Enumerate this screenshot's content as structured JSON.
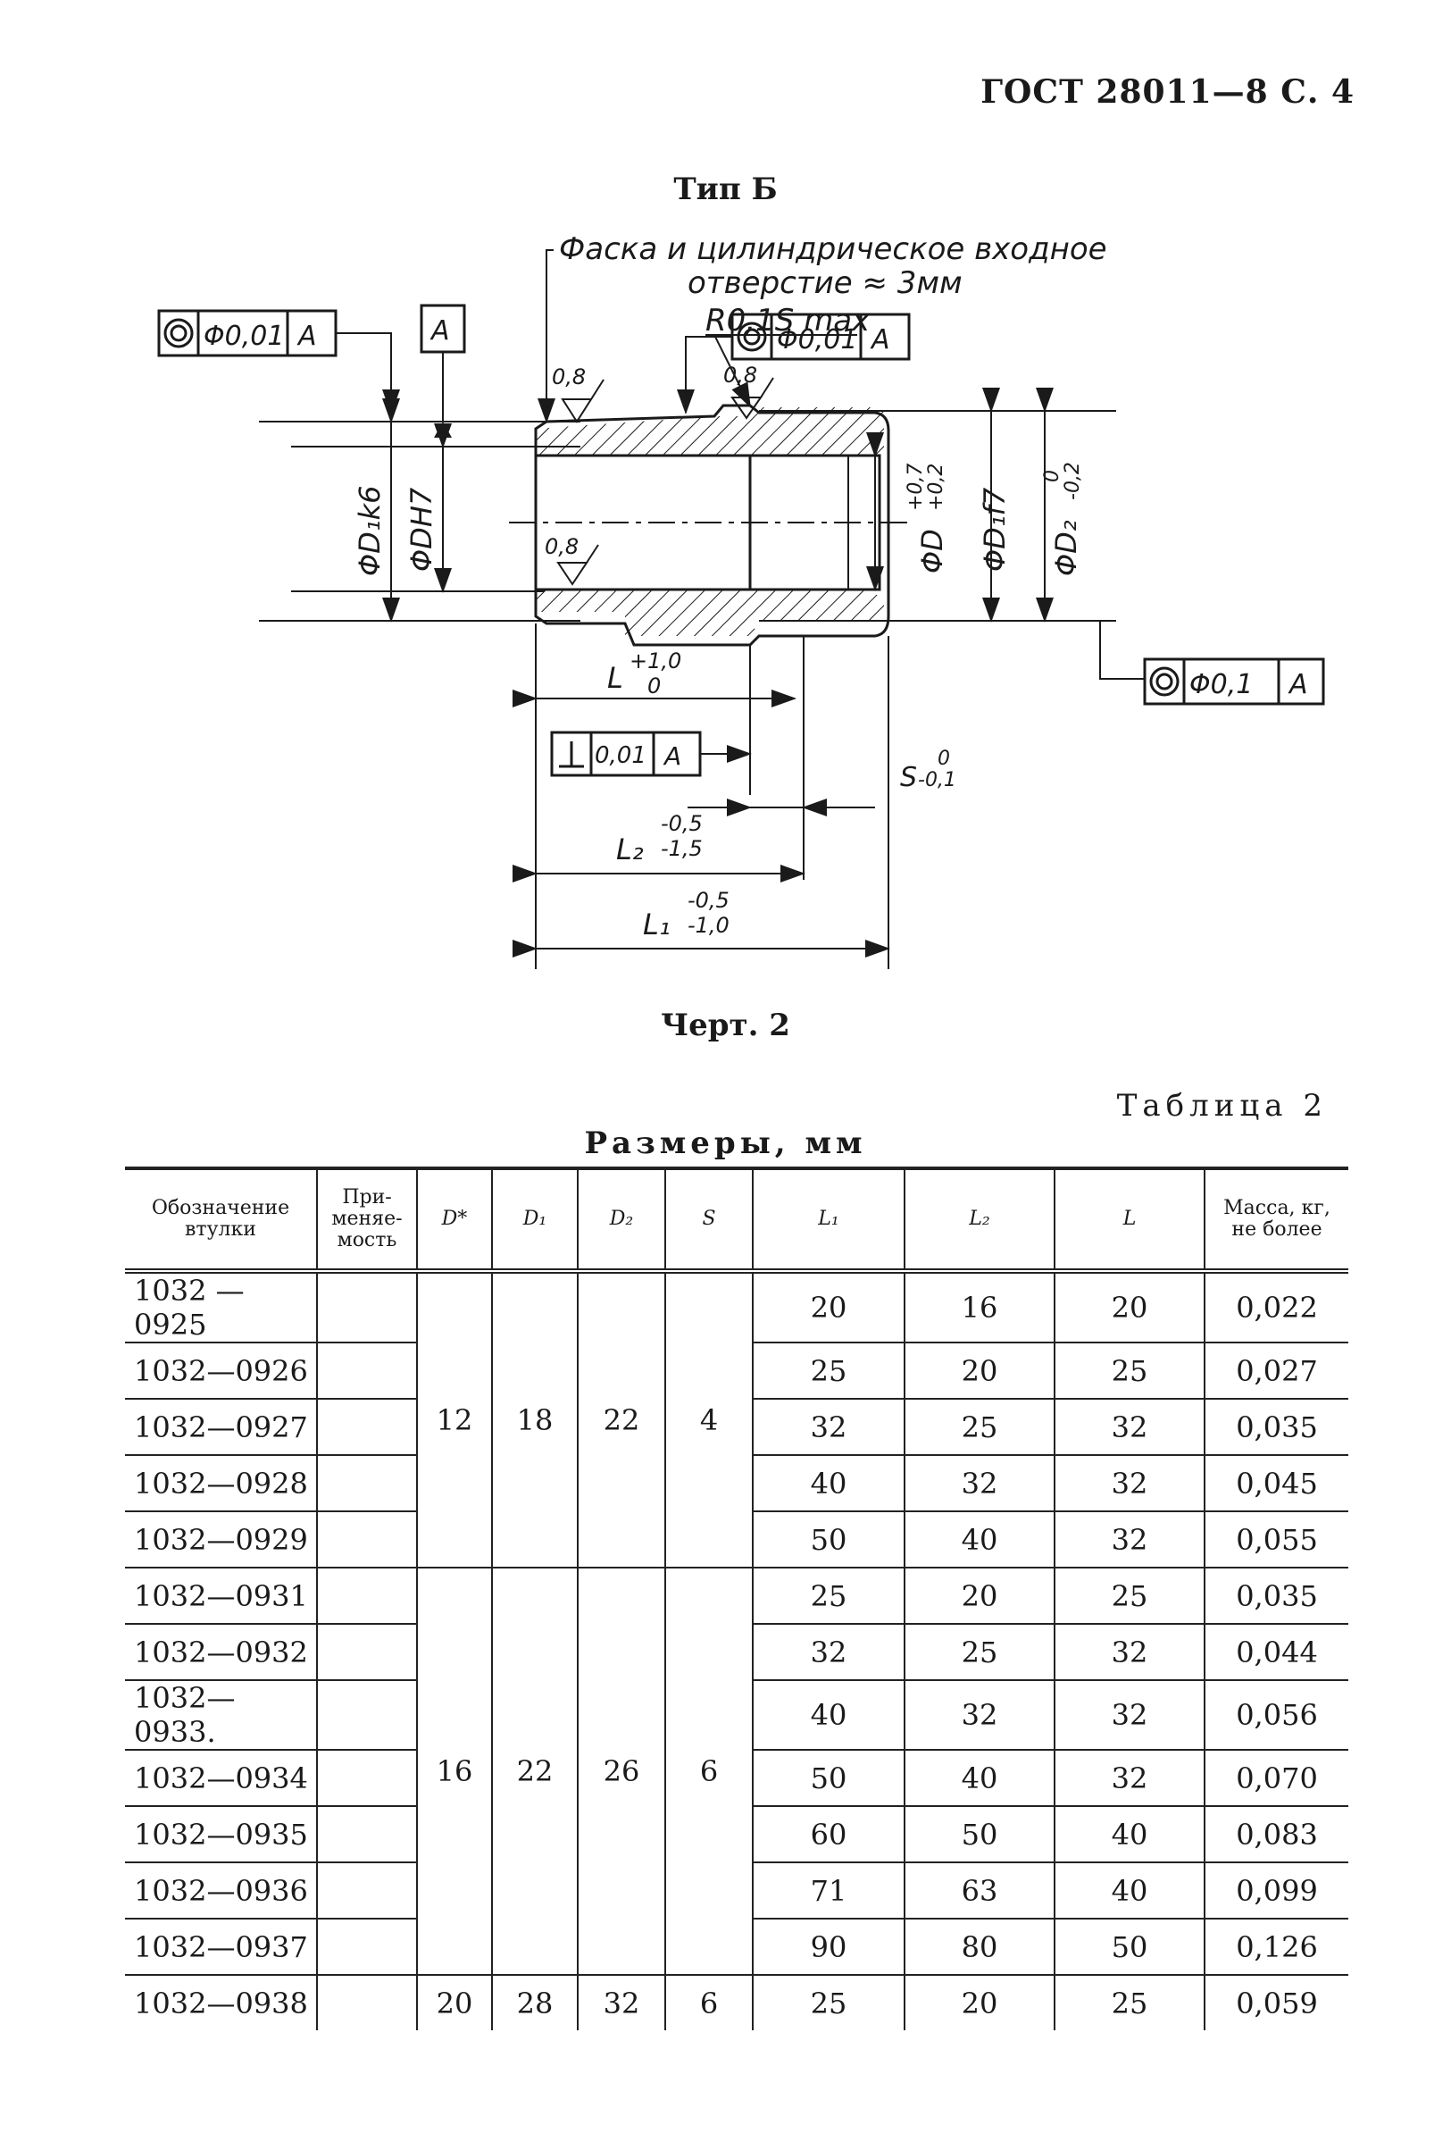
{
  "header": {
    "standard": "ГОСТ 28011—8 С. 4"
  },
  "drawing": {
    "type_title": "Тип Б",
    "chamfer_note_line1": "Фаска и цилиндрическое входное",
    "chamfer_note_line2": "отверстие ≈ 3мм",
    "radius_note": "R0,1S max",
    "datum": "A",
    "tol_left_value": "Φ0,01",
    "tol_right_top_value": "Φ0,01",
    "tol_right_bottom_value": "Φ0,1",
    "tol_perp_value": "0,01",
    "roughness": "0,8",
    "dim_d1k6": "ΦD₁k6",
    "dim_dh7": "ΦDH7",
    "dim_d": "ΦD",
    "dim_d_tol_upper": "+0,7",
    "dim_d_tol_lower": "+0,2",
    "dim_d1f7": "ΦD₁f7",
    "dim_d2": "ΦD₂",
    "dim_d2_tol_upper": "0",
    "dim_d2_tol_lower": "-0,2",
    "dim_l": "L",
    "dim_l_tol_upper": "+1,0",
    "dim_l_tol_lower": "0",
    "dim_s": "S",
    "dim_s_tol_upper": "0",
    "dim_s_tol_lower": "-0,1",
    "dim_l2": "L₂",
    "dim_l2_tol_upper": "-0,5",
    "dim_l2_tol_lower": "-1,5",
    "dim_l1": "L₁",
    "dim_l1_tol_upper": "-0,5",
    "dim_l1_tol_lower": "-1,0",
    "caption": "Черт. 2"
  },
  "table": {
    "label": "Таблица 2",
    "title": "Размеры, мм",
    "headers": {
      "code": "Обозначение втулки",
      "applicability": "При-меняе-мость",
      "d": "D*",
      "d1": "D₁",
      "d2": "D₂",
      "s": "S",
      "l1": "L₁",
      "l2": "L₂",
      "l": "L",
      "mass": "Масса, кг, не более"
    },
    "groups": [
      {
        "d": "12",
        "d1": "18",
        "d2": "22",
        "s": "4"
      },
      {
        "d": "16",
        "d1": "22",
        "d2": "26",
        "s": "6"
      },
      {
        "d": "20",
        "d1": "28",
        "d2": "32",
        "s": "6"
      }
    ],
    "rows": [
      {
        "code": "1032 —0925",
        "l1": "20",
        "l2": "16",
        "l": "20",
        "mass": "0,022"
      },
      {
        "code": "1032—0926",
        "l1": "25",
        "l2": "20",
        "l": "25",
        "mass": "0,027"
      },
      {
        "code": "1032—0927",
        "l1": "32",
        "l2": "25",
        "l": "32",
        "mass": "0,035"
      },
      {
        "code": "1032—0928",
        "l1": "40",
        "l2": "32",
        "l": "32",
        "mass": "0,045"
      },
      {
        "code": "1032—0929",
        "l1": "50",
        "l2": "40",
        "l": "32",
        "mass": "0,055"
      },
      {
        "code": "1032—0931",
        "l1": "25",
        "l2": "20",
        "l": "25",
        "mass": "0,035"
      },
      {
        "code": "1032—0932",
        "l1": "32",
        "l2": "25",
        "l": "32",
        "mass": "0,044"
      },
      {
        "code": "1032—0933.",
        "l1": "40",
        "l2": "32",
        "l": "32",
        "mass": "0,056"
      },
      {
        "code": "1032—0934",
        "l1": "50",
        "l2": "40",
        "l": "32",
        "mass": "0,070"
      },
      {
        "code": "1032—0935",
        "l1": "60",
        "l2": "50",
        "l": "40",
        "mass": "0,083"
      },
      {
        "code": "1032—0936",
        "l1": "71",
        "l2": "63",
        "l": "40",
        "mass": "0,099"
      },
      {
        "code": "1032—0937",
        "l1": "90",
        "l2": "80",
        "l": "50",
        "mass": "0,126"
      },
      {
        "code": "1032—0938",
        "l1": "25",
        "l2": "20",
        "l": "25",
        "mass": "0,059"
      }
    ]
  }
}
